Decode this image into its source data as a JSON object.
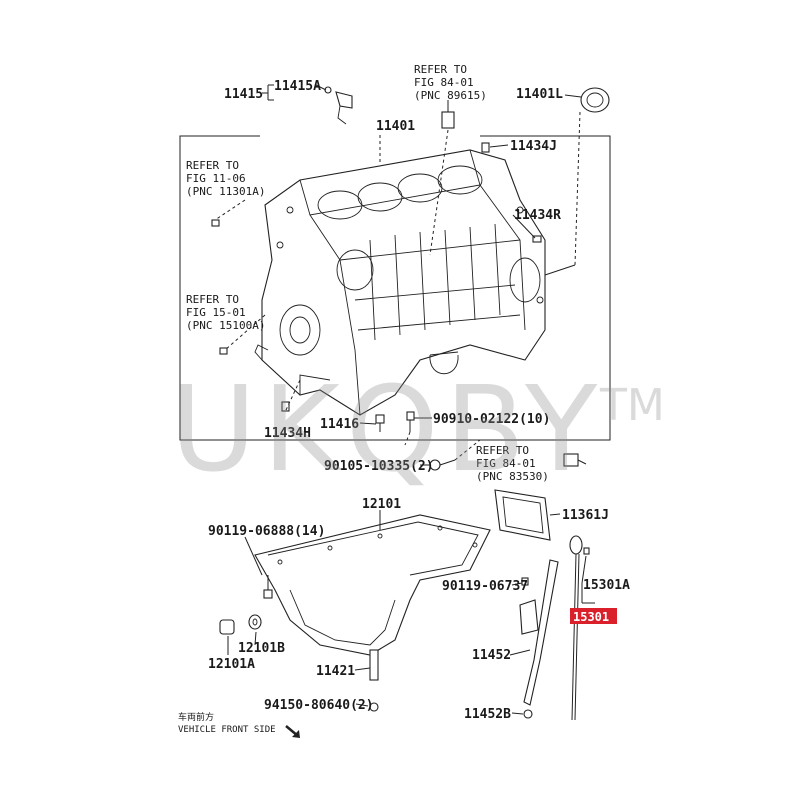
{
  "parts": {
    "p11415": "11415",
    "p11415A": "11415A",
    "p11401": "11401",
    "p11401L": "11401L",
    "p11434J": "11434J",
    "p11434R": "11434R",
    "p11434H": "11434H",
    "p11416": "11416",
    "p90910": "90910-02122(10)",
    "p90105": "90105-10335(2)",
    "p12101": "12101",
    "p90119a": "90119-06888(14)",
    "p12101B": "12101B",
    "p12101A": "12101A",
    "p11421": "11421",
    "p94150": "94150-80640(2)",
    "p11361J": "11361J",
    "p90119b": "90119-06737",
    "p15301A": "15301A",
    "p15301": "15301",
    "p11452": "11452",
    "p11452B": "11452B"
  },
  "refs": {
    "top": {
      "l1": "REFER TO",
      "l2": "FIG 84-01",
      "l3": "(PNC 89615)"
    },
    "left1": {
      "l1": "REFER TO",
      "l2": "FIG 11-06",
      "l3": "(PNC 11301A)"
    },
    "left2": {
      "l1": "REFER TO",
      "l2": "FIG 15-01",
      "l3": "(PNC 15100A)"
    },
    "right": {
      "l1": "REFER TO",
      "l2": "FIG 84-01",
      "l3": "(PNC 83530)"
    }
  },
  "footer": {
    "cn": "车両前方",
    "en": "VEHICLE FRONT SIDE"
  },
  "watermark": {
    "text": "UKQBY",
    "tm": "TM"
  },
  "colors": {
    "highlight": "#d9202b",
    "ink": "#1a1a1a"
  }
}
